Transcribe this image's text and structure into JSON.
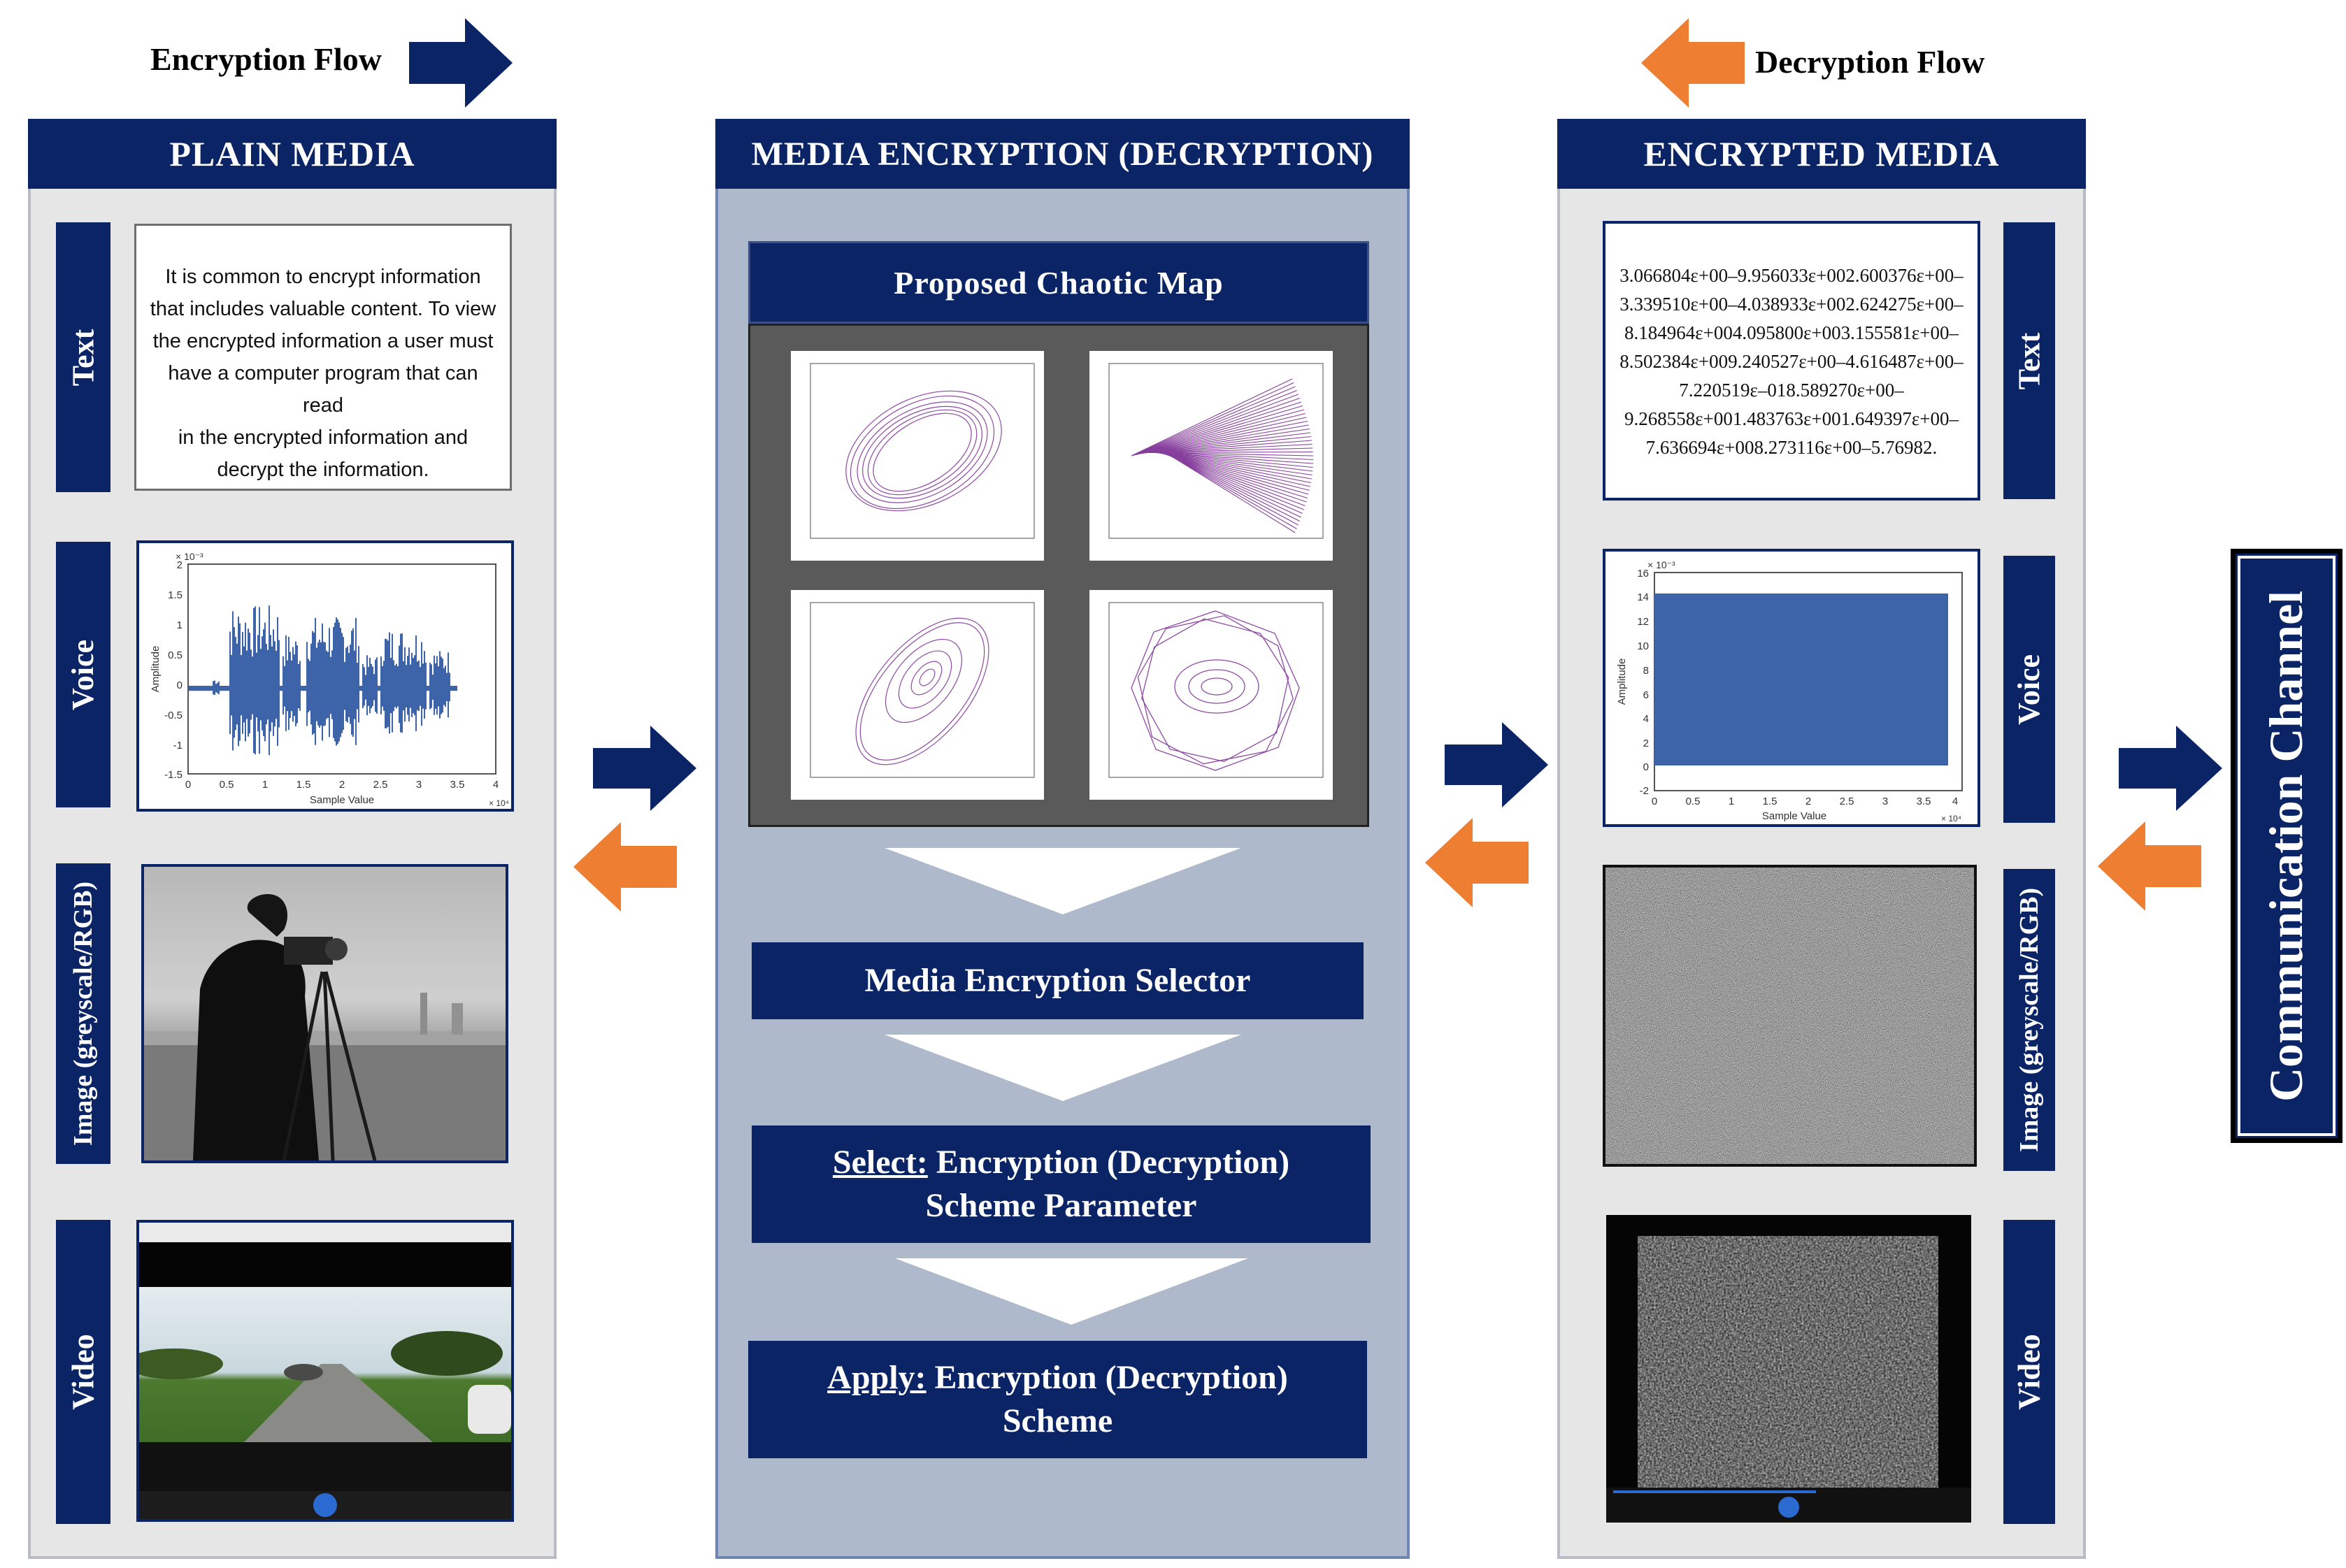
{
  "flow": {
    "encryption_label": "Encryption Flow",
    "decryption_label": "Decryption Flow"
  },
  "colors": {
    "navy": "#0b2466",
    "orange": "#ee7e32",
    "purple": "#7a2b92",
    "signal_blue": "#3d63a8"
  },
  "plain_media": {
    "header": "PLAIN MEDIA",
    "labels": {
      "text": "Text",
      "voice": "Voice",
      "image": "Image (greyscale/RGB)",
      "video": "Video"
    },
    "text_lines": [
      "It is common to encrypt information",
      "that includes valuable content. To view",
      "the encrypted information a user must",
      "have a computer program that can read",
      "in the encrypted information and",
      "decrypt the information."
    ],
    "voice_plot": {
      "ylabel": "Amplitude",
      "xlabel": "Sample Value",
      "exponent": "× 10⁻³",
      "x_exponent": "× 10⁴",
      "yticks": [
        "2",
        "1.5",
        "1",
        "0.5",
        "0",
        "-0.5",
        "-1",
        "-1.5"
      ],
      "xticks": [
        "0",
        "0.5",
        "1",
        "1.5",
        "2",
        "2.5",
        "3",
        "3.5",
        "4"
      ]
    }
  },
  "middle": {
    "header": "MEDIA ENCRYPTION (DECRYPTION)",
    "chaotic_map_title": "Proposed Chaotic Map",
    "selector": "Media Encryption Selector",
    "select_prefix": "Select:",
    "select_rest": " Encryption (Decryption)",
    "select_line2": "Scheme Parameter",
    "apply_prefix": "Apply:",
    "apply_rest": " Encryption (Decryption)",
    "apply_line2": "Scheme"
  },
  "encrypted_media": {
    "header": "ENCRYPTED MEDIA",
    "labels": {
      "text": "Text",
      "voice": "Voice",
      "image": "Image (greyscale/RGB)",
      "video": "Video"
    },
    "cipher_lines": [
      "3.066804ε+00–9.956033ε+002.600376ε+00–",
      "3.339510ε+00–4.038933ε+002.624275ε+00–",
      "8.184964ε+004.095800ε+003.155581ε+00–",
      "8.502384ε+009.240527ε+00–4.616487ε+00–",
      "7.220519ε–018.589270ε+00–",
      "9.268558ε+001.483763ε+001.649397ε+00–",
      "7.636694ε+008.273116ε+00–5.76982."
    ],
    "voice_plot": {
      "ylabel": "Amplitude",
      "xlabel": "Sample Value",
      "exponent": "× 10⁻³",
      "x_exponent": "× 10⁴",
      "yticks": [
        "16",
        "14",
        "12",
        "10",
        "8",
        "6",
        "4",
        "2",
        "0",
        "-2"
      ],
      "xticks": [
        "0",
        "0.5",
        "1",
        "1.5",
        "2",
        "2.5",
        "3",
        "3.5",
        "4"
      ]
    }
  },
  "channel": {
    "label": "Communication Channel"
  }
}
